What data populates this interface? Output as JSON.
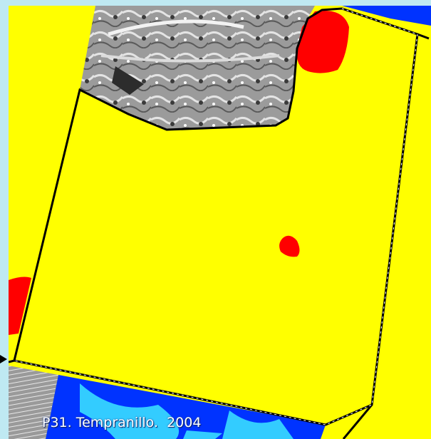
{
  "caption": "P31. Tempranillo.  2004",
  "colors": {
    "background": "#bfe9f2",
    "zone_yellow": "#ffff00",
    "zone_red": "#ff0000",
    "zone_blue": "#0033ff",
    "zone_lightblue": "#33ccff",
    "aerial_photo": "#8f8f8f",
    "boundary": "#000000"
  },
  "layers": [
    "aerial-photo",
    "yellow-zone",
    "red-zone",
    "blue-zone",
    "light-blue-zone",
    "plot-boundary"
  ]
}
